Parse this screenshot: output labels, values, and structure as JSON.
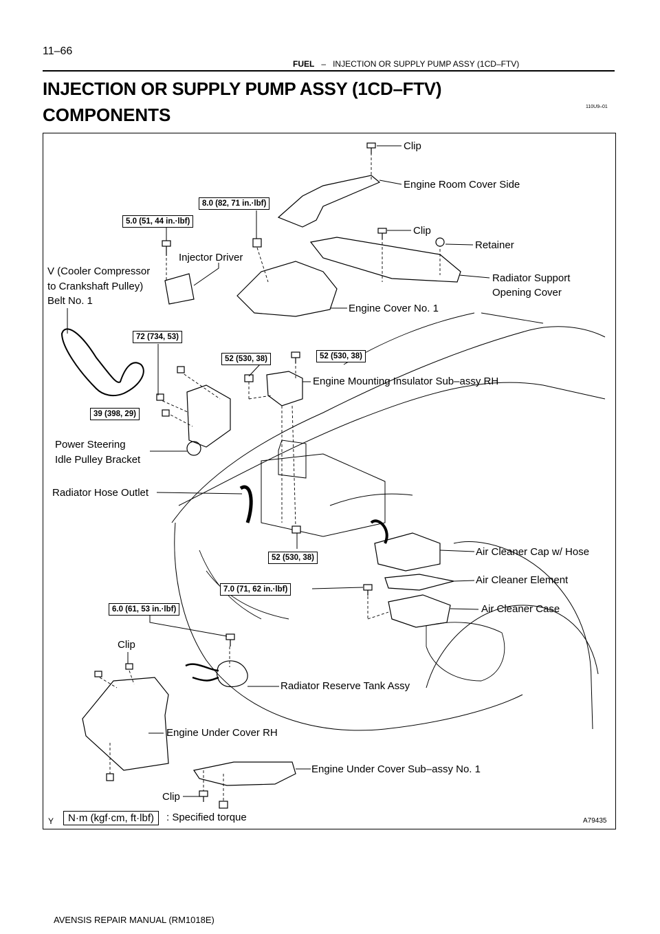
{
  "header": {
    "page_number": "11–66",
    "section": "FUEL",
    "separator": "–",
    "subtitle": "INJECTION OR SUPPLY PUMP ASSY (1CD–FTV)"
  },
  "title": "INJECTION OR SUPPLY PUMP ASSY (1CD–FTV)",
  "subheading": "COMPONENTS",
  "doc_code": "110U9–01",
  "labels": {
    "clip_top": "Clip",
    "engine_room_cover_side": "Engine Room Cover Side",
    "clip_mid": "Clip",
    "retainer": "Retainer",
    "radiator_support_1": "Radiator  Support",
    "radiator_support_2": "Opening Cover",
    "injector_driver": "Injector Driver",
    "v_belt_1": "V (Cooler Compressor",
    "v_belt_2": "to  Crankshaft   Pulley)",
    "v_belt_3": "Belt No. 1",
    "engine_cover_no1": "Engine Cover No. 1",
    "engine_mount_rh": "Engine Mounting Insulator Sub–assy RH",
    "ps_bracket_1": "Power Steering",
    "ps_bracket_2": "Idle Pulley Bracket",
    "radiator_hose_outlet": "Radiator Hose Outlet",
    "air_cleaner_cap": "Air Cleaner Cap w/ Hose",
    "air_cleaner_element": "Air Cleaner Element",
    "air_cleaner_case": "Air Cleaner Case",
    "clip_left": "Clip",
    "radiator_reserve_tank": "Radiator Reserve Tank Assy",
    "engine_under_cover_rh": "Engine Under Cover RH",
    "engine_under_cover_no1": "Engine Under Cover Sub–assy No. 1",
    "clip_bottom": "Clip"
  },
  "torques": {
    "t_8_0": "8.0 (82, 71 in.·lbf)",
    "t_5_0": "5.0 (51, 44 in.·lbf)",
    "t_72": "72 (734, 53)",
    "t_52_a": "52 (530, 38)",
    "t_52_b": "52 (530, 38)",
    "t_39": "39 (398, 29)",
    "t_52_c": "52 (530, 38)",
    "t_7_0": "7.0 (71, 62 in.·lbf)",
    "t_6_0": "6.0 (61, 53 in.·lbf)"
  },
  "legend": {
    "box": "N·m (kgf·cm, ft·lbf)",
    "text": ": Specified torque"
  },
  "figure_code": "A79435",
  "figure_mark": "Y",
  "footer": "AVENSIS REPAIR MANUAL   (RM1018E)"
}
